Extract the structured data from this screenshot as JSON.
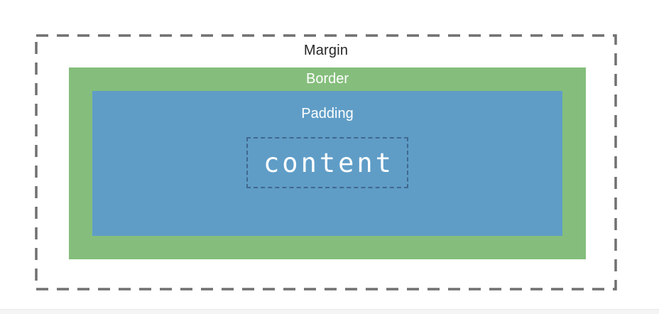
{
  "diagram": {
    "type": "css-box-model",
    "labels": {
      "margin": "Margin",
      "border": "Border",
      "padding": "Padding",
      "content": "content"
    },
    "colors": {
      "border_fill": "#85BE7C",
      "padding_fill": "#5F9DC7",
      "margin_dash": "#707070",
      "content_dash": "#41688E",
      "margin_text": "#262626",
      "light_text": "#FFFFFF",
      "page_edge": "#F4F4F4"
    }
  }
}
